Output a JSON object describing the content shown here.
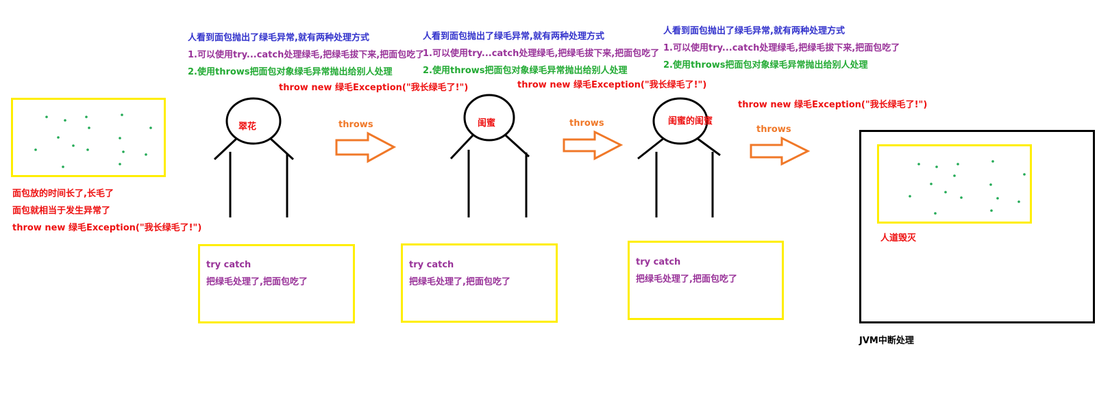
{
  "source": {
    "lines": [
      "面包放的时间长了,长毛了",
      "面包就相当于发生异常了",
      "throw new 绿毛Exception(\"我长绿毛了!\")"
    ]
  },
  "persons": [
    {
      "name": "翠花",
      "note_title": "人看到面包抛出了绿毛异常,就有两种处理方式",
      "note_option1": "1.可以使用try...catch处理绿毛,把绿毛拔下来,把面包吃了",
      "note_option2": "2.使用throws把面包对象绿毛异常抛出给别人处理",
      "throw_text": "throw new 绿毛Exception(\"我长绿毛了!\")",
      "try_title": "try catch",
      "try_body": "把绿毛处理了,把面包吃了"
    },
    {
      "name": "闺蜜",
      "note_title": "人看到面包抛出了绿毛异常,就有两种处理方式",
      "note_option1": "1.可以使用try...catch处理绿毛,把绿毛拔下来,把面包吃了",
      "note_option2": "2.使用throws把面包对象绿毛异常抛出给别人处理",
      "throw_text": "throw new 绿毛Exception(\"我长绿毛了!\")",
      "try_title": "try catch",
      "try_body": "把绿毛处理了,把面包吃了"
    },
    {
      "name": "闺蜜的闺蜜",
      "note_title": "人看到面包抛出了绿毛异常,就有两种处理方式",
      "note_option1": "1.可以使用try...catch处理绿毛,把绿毛拔下来,把面包吃了",
      "note_option2": "2.使用throws把面包对象绿毛异常抛出给别人处理",
      "throw_text": "throw new 绿毛Exception(\"我长绿毛了!\")",
      "try_title": "try catch",
      "try_body": "把绿毛处理了,把面包吃了"
    }
  ],
  "arrows": [
    "throws",
    "throws",
    "throws"
  ],
  "jvm": {
    "inner_label": "人道毁灭",
    "caption": "JVM中断处理"
  },
  "colors": {
    "box_yellow": "#ffee00",
    "mold_green": "#22aa55",
    "arrow_orange": "#f07828",
    "text_red": "#ee1111",
    "text_blue": "#3333cc",
    "text_purple": "#993399",
    "text_green": "#22aa33"
  }
}
